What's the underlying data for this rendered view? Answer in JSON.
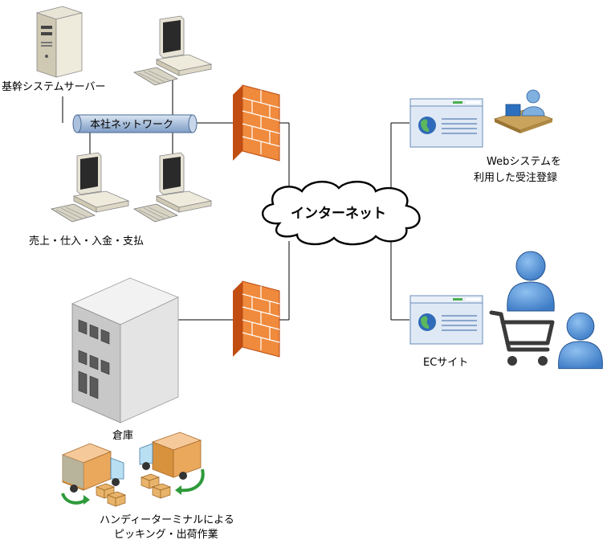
{
  "diagram": {
    "server_label": "基幹システムサーバー",
    "network_label": "本社ネットワーク",
    "office_label": "売上・仕入・入金・支払",
    "internet_label": "インターネット",
    "web_label_line1": "Webシステムを",
    "web_label_line2": "利用した受注登録",
    "ec_label": "ECサイト",
    "warehouse_label": "倉庫",
    "handy_label_line1": "ハンディーターミナルによる",
    "handy_label_line2": "ピッキング・出荷作業"
  }
}
